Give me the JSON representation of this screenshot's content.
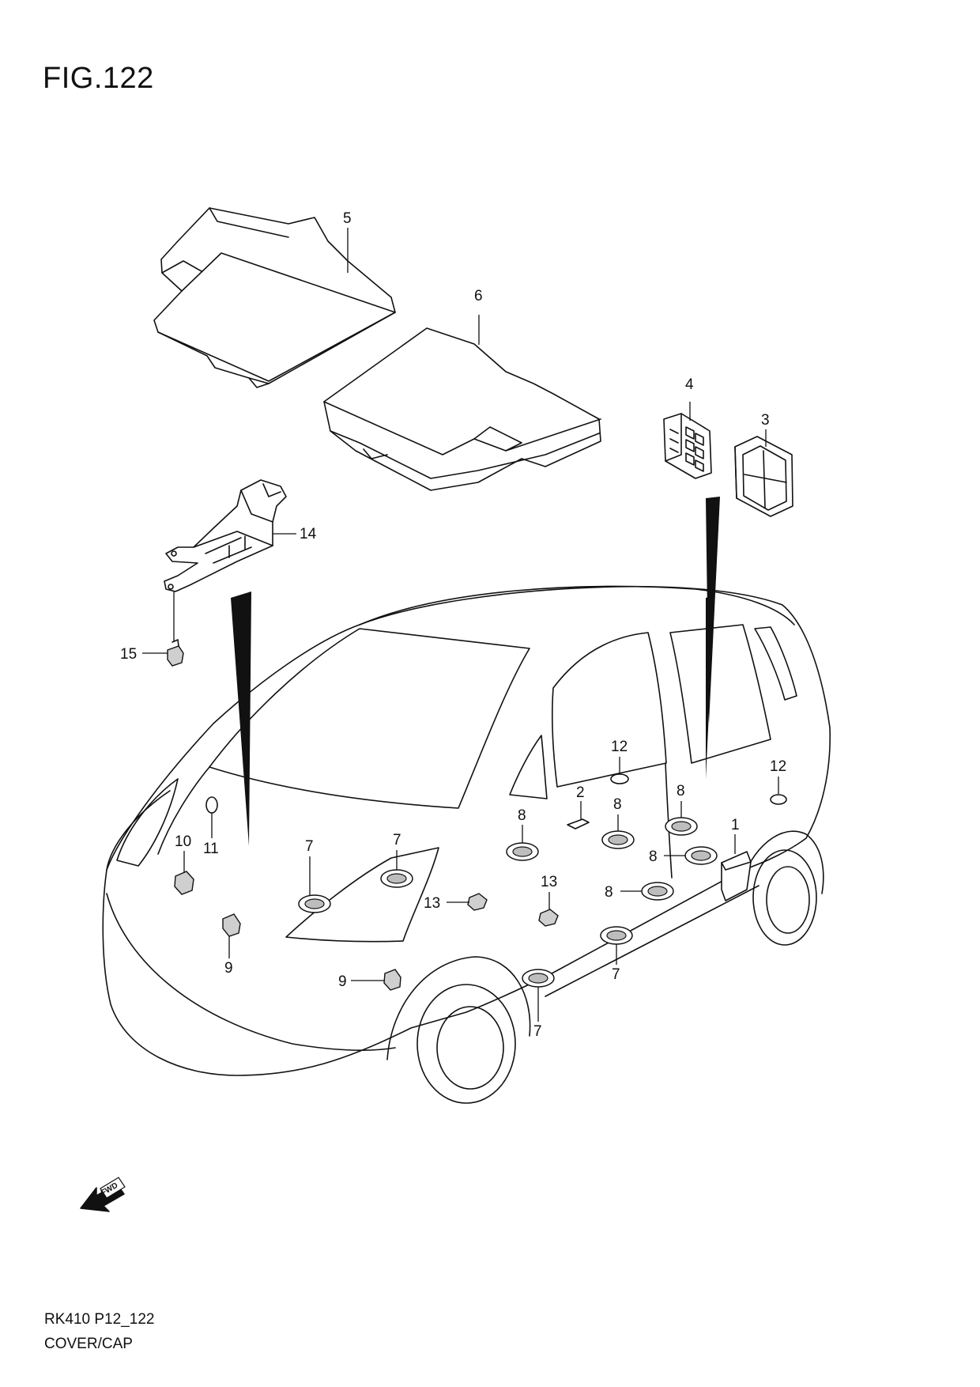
{
  "figure": {
    "title": "FIG.122",
    "code": "RK410 P12_122",
    "name": "COVER/CAP"
  },
  "callouts": {
    "c1": "1",
    "c2": "2",
    "c3": "3",
    "c4": "4",
    "c5": "5",
    "c6": "6",
    "c7a": "7",
    "c7b": "7",
    "c7c": "7",
    "c7d": "7",
    "c8a": "8",
    "c8b": "8",
    "c8c": "8",
    "c8d": "8",
    "c8e": "8",
    "c9a": "9",
    "c9b": "9",
    "c10": "10",
    "c11": "11",
    "c12a": "12",
    "c12b": "12",
    "c13a": "13",
    "c13b": "13",
    "c14": "14",
    "c15": "15"
  },
  "icons": {
    "fwd_arrow": "fwd-arrow-icon"
  },
  "colors": {
    "line": "#111111",
    "background": "#ffffff",
    "part_fill": "#bdbdbd"
  }
}
